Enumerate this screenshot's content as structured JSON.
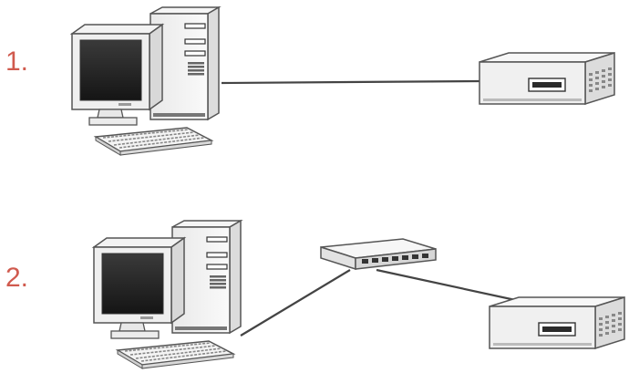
{
  "diagram": {
    "label_color": "#d05a4e",
    "line_color": "#444444",
    "diagrams": [
      {
        "label": "1.",
        "devices": [
          "desktop-computer-icon",
          "external-device-icon"
        ],
        "connection": "direct-cable"
      },
      {
        "label": "2.",
        "devices": [
          "desktop-computer-icon",
          "network-switch-icon",
          "external-device-icon"
        ],
        "connection": "via-switch"
      }
    ]
  }
}
